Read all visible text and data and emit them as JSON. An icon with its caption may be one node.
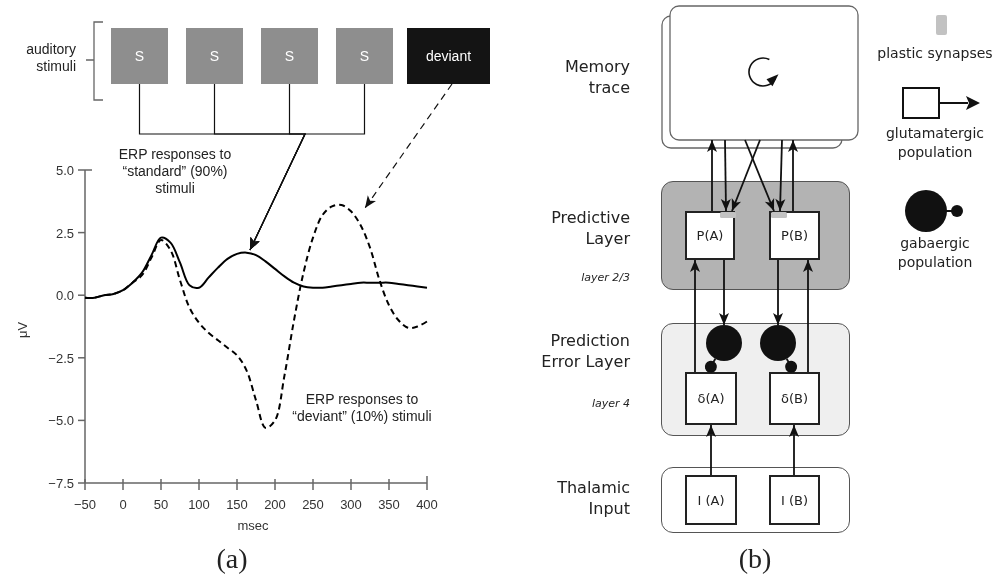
{
  "diagram": {
    "nodes": [
      {
        "text": [
          "S"
        ]
      },
      {
        "text": [
          "S"
        ]
      },
      {
        "text": [
          "S"
        ]
      },
      {
        "text": [
          "S"
        ]
      },
      {
        "text": [
          "deviant"
        ]
      },
      {
        "text": [
          "Memory trace"
        ]
      },
      {
        "text": [
          "Predictive Layer",
          "layer 2/3"
        ]
      },
      {
        "text": [
          "P(A)"
        ],
        "in": 6
      },
      {
        "text": [
          "P(B)"
        ],
        "in": 6
      },
      {
        "text": [
          "Prediction Error Layer",
          "layer 4"
        ]
      },
      {
        "text": [],
        "shape": "circle",
        "in": 9
      },
      {
        "text": [],
        "shape": "circle",
        "in": 9
      },
      {
        "text": [
          "δ(A)"
        ],
        "in": 9
      },
      {
        "text": [
          "δ(B)"
        ],
        "in": 9
      },
      {
        "text": [
          "Thalamic Input"
        ]
      },
      {
        "text": [
          "I (A)"
        ],
        "in": 14
      },
      {
        "text": [
          "I (B)"
        ],
        "in": 14
      }
    ],
    "edges": [
      {
        "from": 0,
        "to": null,
        "arrow": "to"
      },
      {
        "from": 1,
        "to": null,
        "arrow": "to"
      },
      {
        "from": 2,
        "to": null,
        "arrow": "to"
      },
      {
        "from": 3,
        "to": null,
        "arrow": "to"
      },
      {
        "from": 4,
        "to": null,
        "arrow": "to",
        "style": "dashed"
      },
      {
        "from": 7,
        "to": 5,
        "arrow": "to"
      },
      {
        "from": 8,
        "to": 5,
        "arrow": "to"
      },
      {
        "from": 5,
        "to": 7,
        "arrow": "to"
      },
      {
        "from": 5,
        "to": 7,
        "arrow": "to"
      },
      {
        "from": 5,
        "to": 8,
        "arrow": "to"
      },
      {
        "from": 5,
        "to": 8,
        "arrow": "to"
      },
      {
        "from": 12,
        "to": 7,
        "arrow": "to"
      },
      {
        "from": 13,
        "to": 8,
        "arrow": "to"
      },
      {
        "from": 7,
        "to": 10,
        "arrow": "to"
      },
      {
        "from": 8,
        "to": 11,
        "arrow": "to"
      },
      {
        "from": 10,
        "to": 12,
        "arrow": "other"
      },
      {
        "from": 11,
        "to": 13,
        "arrow": "other"
      },
      {
        "from": 15,
        "to": 12,
        "arrow": "to"
      },
      {
        "from": 16,
        "to": 13,
        "arrow": "to"
      }
    ],
    "labels": [
      "auditory stimuli",
      "ERP responses to “standard” (90%) stimuli",
      "ERP responses to “deviant” (10%) stimuli",
      "(a)",
      "(b)"
    ],
    "legend": [
      {
        "text": "plastic synapses",
        "color": "#c2c2c2"
      },
      {
        "text": "glutamatergic population"
      },
      {
        "text": "gabaergic population"
      }
    ],
    "chart_data": {
      "type": "line",
      "xlabel": "msec",
      "ylabel": "μV",
      "x": [
        -50,
        -37.5,
        -25,
        -12.5,
        0,
        12.5,
        25,
        37.5,
        50,
        62.5,
        75,
        87.5,
        100,
        112.5,
        125,
        137.5,
        150,
        162.5,
        175,
        187.5,
        200,
        212.5,
        225,
        237.5,
        250,
        262.5,
        275,
        287.5,
        300,
        312.5,
        325,
        337.5,
        350,
        362.5,
        375,
        387.5,
        400
      ],
      "series": [
        {
          "color": "#000000",
          "values": [
            -0.1,
            -0.1,
            0,
            0.05,
            0.2,
            0.5,
            0.9,
            1.6,
            2.3,
            2.1,
            1.3,
            0.4,
            0.3,
            0.7,
            1.1,
            1.45,
            1.65,
            1.7,
            1.6,
            1.35,
            1.05,
            0.75,
            0.5,
            0.35,
            0.3,
            0.3,
            0.35,
            0.4,
            0.45,
            0.5,
            0.5,
            0.5,
            0.5,
            0.45,
            0.4,
            0.35,
            0.3
          ]
        },
        {
          "color": "#000000",
          "line_style": "dashed",
          "values": [
            -0.1,
            -0.1,
            0,
            0.05,
            0.2,
            0.5,
            0.8,
            1.5,
            2.2,
            1.8,
            0.6,
            -0.5,
            -1.1,
            -1.5,
            -1.8,
            -2.1,
            -2.4,
            -3.0,
            -4.2,
            -5.3,
            -5.0,
            -3.2,
            -1.0,
            0.9,
            2.3,
            3.2,
            3.55,
            3.6,
            3.35,
            2.8,
            1.9,
            0.6,
            -0.4,
            -1.0,
            -1.3,
            -1.25,
            -1.05
          ]
        }
      ],
      "xlim": [
        -50,
        400
      ],
      "ylim": [
        -7.5,
        5
      ],
      "xticks": [
        {
          "value": -50,
          "label": "−50"
        },
        0,
        50,
        100,
        150,
        200,
        250,
        300,
        350,
        400
      ],
      "yticks": [
        {
          "value": -7.5,
          "label": "−7.5"
        },
        {
          "value": -5,
          "label": "−5.0"
        },
        {
          "value": -2.5,
          "label": "−2.5"
        },
        {
          "value": 0,
          "label": "0.0"
        },
        {
          "value": 2.5,
          "label": "2.5"
        },
        {
          "value": 5,
          "label": "5.0"
        }
      ]
    }
  }
}
